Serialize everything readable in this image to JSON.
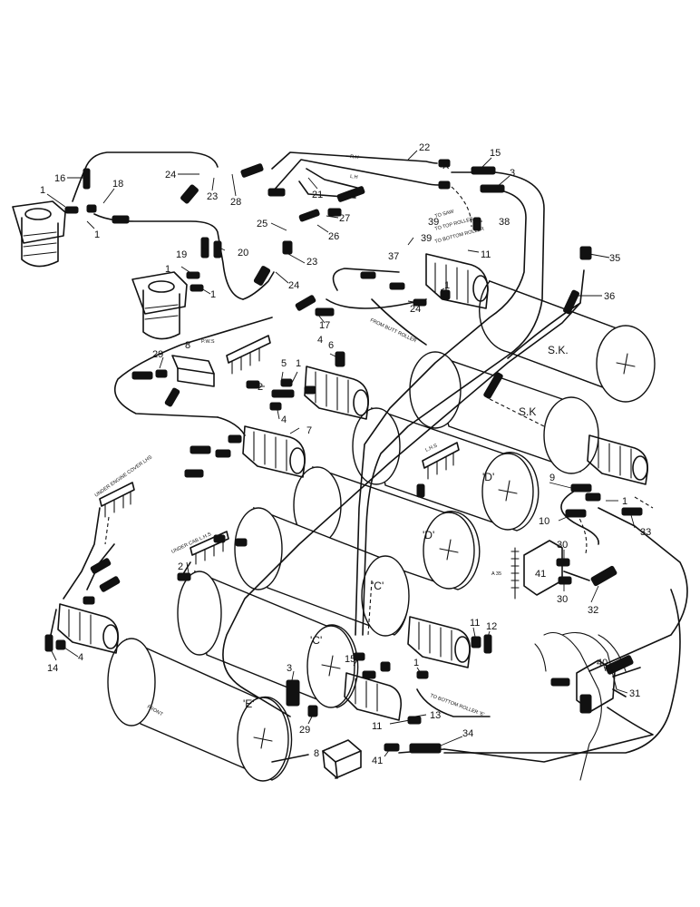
{
  "callouts": {
    "c1": "1",
    "c2": "2",
    "c3": "3",
    "c4": "4",
    "c5": "5",
    "c6": "6",
    "c7": "7",
    "c8": "8",
    "c9": "9",
    "c10": "10",
    "c11": "11",
    "c12": "12",
    "c13": "13",
    "c14": "14",
    "c15": "15",
    "c16": "16",
    "c17": "17",
    "c18": "18",
    "c19": "19",
    "c20": "20",
    "c21": "21",
    "c22": "22",
    "c23": "23",
    "c24": "24",
    "c25": "25",
    "c26": "26",
    "c27": "27",
    "c28": "28",
    "c29": "29",
    "c30": "30",
    "c31": "31",
    "c32": "32",
    "c33": "33",
    "c34": "34",
    "c35": "35",
    "c36": "36",
    "c37": "37",
    "c38": "38",
    "c39": "39",
    "c40": "40",
    "c41": "41"
  },
  "roller_labels": {
    "sk": "S.K.",
    "sk2": "S.K",
    "d": "'D'",
    "c": "'C'",
    "e": "'E'"
  },
  "hose_labels": {
    "rh": "R.H",
    "lh": "L.H",
    "x": "X",
    "z": "Z"
  },
  "notes": {
    "front": "FRONT",
    "pws": "P.W.S",
    "a35": "A 35",
    "from_butt_roller": "FROM BUTT ROLLER",
    "to_bottom_roller_e": "TO BOTTOM ROLLER 'E'",
    "under_cab_lhs": "UNDER CAB L.H.S",
    "under_engine_cover": "UNDER ENGINE COVER LHS",
    "lhs": "L.H.S",
    "to_bottom_roller": "TO BOTTOM ROLLER",
    "to_top_roller": "TO TOP ROLLER",
    "to_saw": "TO SAW"
  }
}
